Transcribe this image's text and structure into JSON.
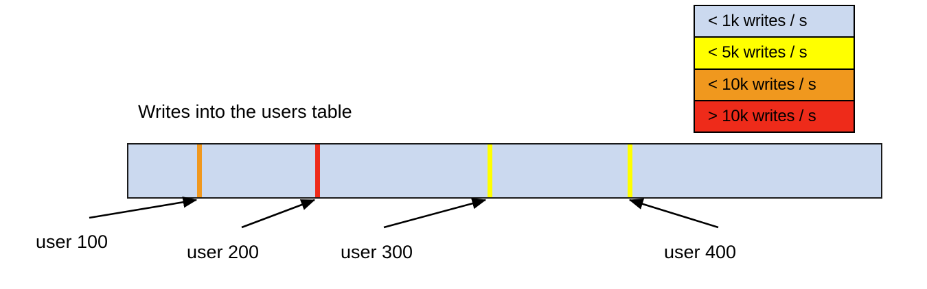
{
  "chart_data": {
    "type": "bar",
    "title": "Writes into the users table",
    "orientation": "horizontal-range-bar",
    "description": "A single horizontal bar representing the users table keyspace, shaded by write rate, with colored partition markers at user boundaries.",
    "xlabel": "",
    "ylabel": "",
    "grid": false,
    "legend_position": "top-right",
    "default_band_color": "#cbd9ef",
    "default_band_legend": "< 1k writes / s",
    "categories": [
      "user 100",
      "user 200",
      "user 300",
      "user 400"
    ],
    "markers": [
      {
        "label": "user 100",
        "position_pct": 9.6,
        "color": "#f0981e",
        "legend": "< 10k writes / s",
        "value": "< 10k writes / s"
      },
      {
        "label": "user 200",
        "position_pct": 25.2,
        "color": "#ee2b1a",
        "legend": "> 10k writes / s",
        "value": "> 10k writes / s"
      },
      {
        "label": "user 300",
        "position_pct": 47.9,
        "color": "#ffff00",
        "legend": "< 5k writes / s",
        "value": "< 5k writes / s"
      },
      {
        "label": "user 400",
        "position_pct": 66.4,
        "color": "#ffff00",
        "legend": "< 5k writes / s",
        "value": "< 5k writes / s"
      }
    ],
    "legend_entries": [
      {
        "label": "< 1k writes / s",
        "color": "#cbd9ef"
      },
      {
        "label": "< 5k writes / s",
        "color": "#ffff00"
      },
      {
        "label": "< 10k writes / s",
        "color": "#f0981e"
      },
      {
        "label": "> 10k writes / s",
        "color": "#ee2b1a"
      }
    ]
  },
  "legend": {
    "rows": [
      {
        "label": "< 1k writes / s",
        "color": "#cbd9ef"
      },
      {
        "label": "< 5k writes / s",
        "color": "#ffff00"
      },
      {
        "label": "< 10k writes / s",
        "color": "#f0981e"
      },
      {
        "label": "> 10k writes / s",
        "color": "#ee2b1a"
      }
    ]
  },
  "chart": {
    "title": "Writes into the users table",
    "bar_color": "#cbd9ef",
    "border_color": "#1a1a1a",
    "markers": [
      {
        "label": "user 100",
        "color": "#f0981e"
      },
      {
        "label": "user 200",
        "color": "#ee2b1a"
      },
      {
        "label": "user 300",
        "color": "#ffff00"
      },
      {
        "label": "user 400",
        "color": "#ffff00"
      }
    ]
  },
  "labels": {
    "user_100": "user 100",
    "user_200": "user 200",
    "user_300": "user 300",
    "user_400": "user 400"
  }
}
